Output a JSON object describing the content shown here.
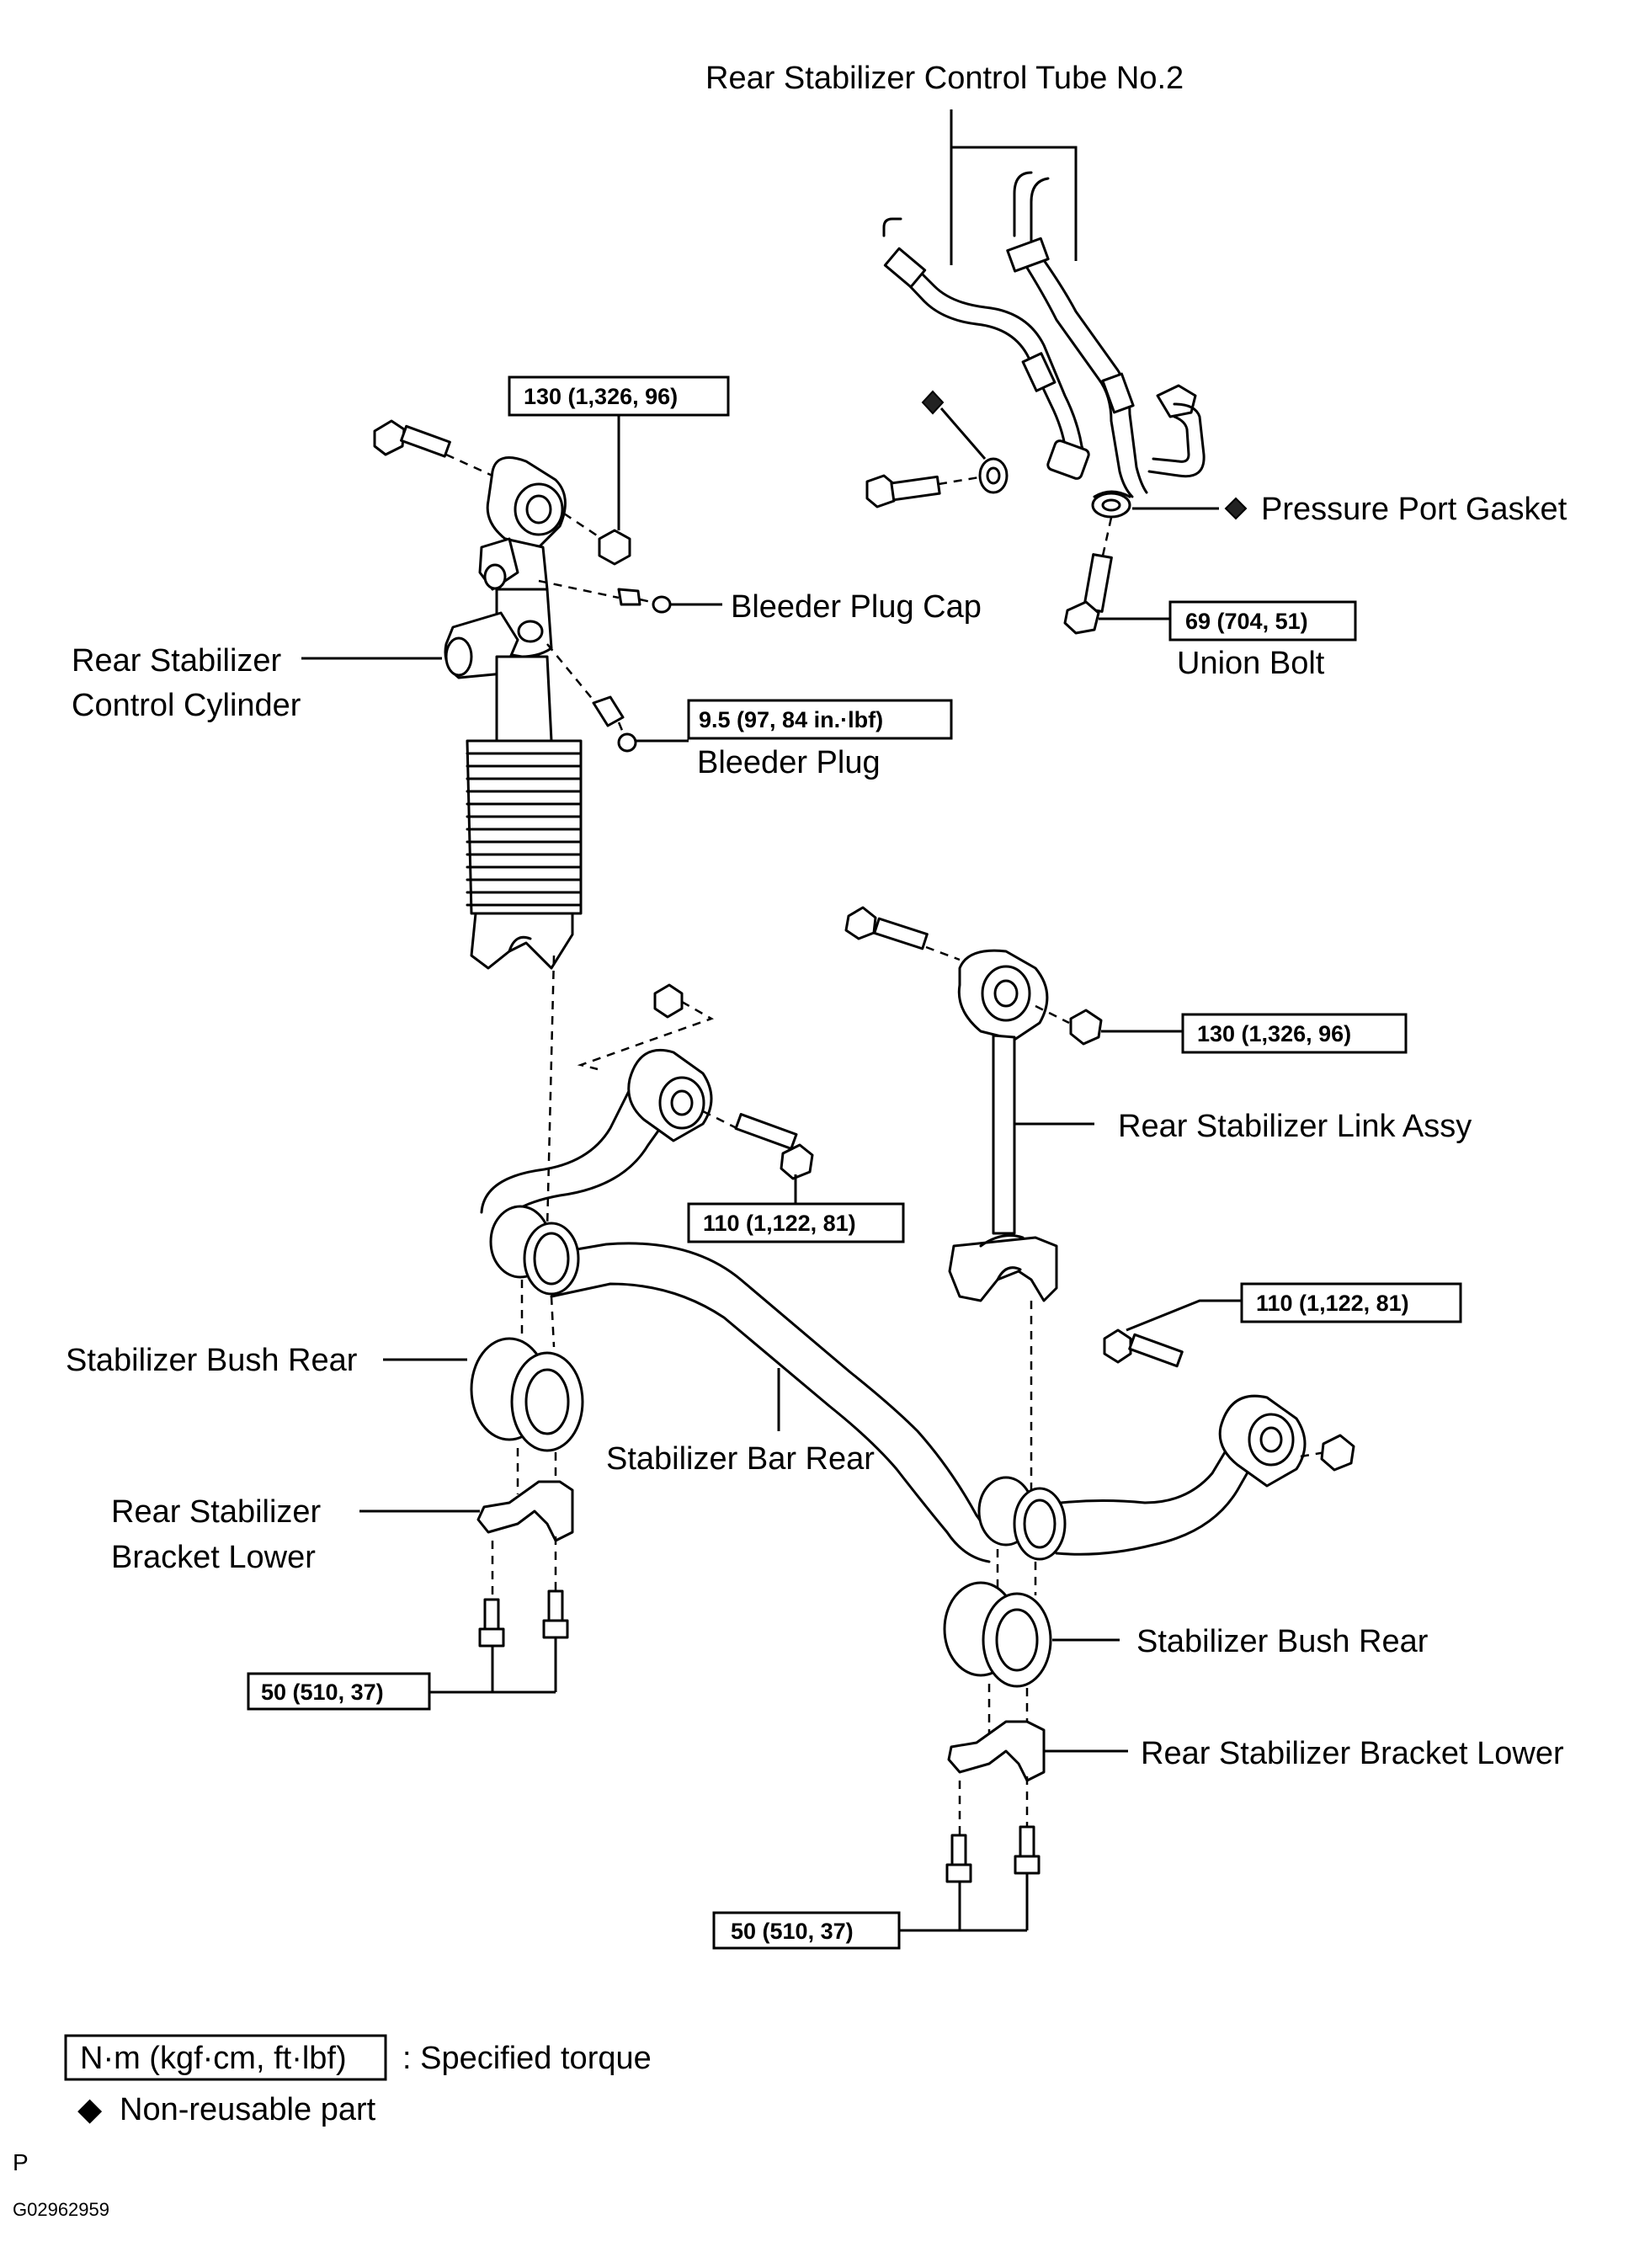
{
  "labels": {
    "control_tube": "Rear Stabilizer Control Tube No.2",
    "pressure_gasket": "Pressure Port Gasket",
    "bleeder_cap": "Bleeder Plug Cap",
    "union_bolt": "Union Bolt",
    "cylinder_line1": "Rear Stabilizer",
    "cylinder_line2": "Control Cylinder",
    "bleeder_plug": "Bleeder Plug",
    "link_assy": "Rear Stabilizer Link Assy",
    "bush_rear_left": "Stabilizer Bush Rear",
    "bar_rear": "Stabilizer Bar Rear",
    "bracket_left_line1": "Rear Stabilizer",
    "bracket_left_line2": "Bracket Lower",
    "bush_rear_right": "Stabilizer Bush Rear",
    "bracket_right": "Rear Stabilizer Bracket Lower"
  },
  "torques": {
    "cylinder_top": "130 (1,326, 96)",
    "union_bolt": "69 (704, 51)",
    "bleeder_plug": "9.5 (97, 84 in.·lbf)",
    "link_nut": "130 (1,326, 96)",
    "bar_bolt_left": "110 (1,122, 81)",
    "bar_bolt_right": "110 (1,122, 81)",
    "bracket_left": "50 (510, 37)",
    "bracket_right": "50 (510, 37)"
  },
  "legend": {
    "torque_unit": "N·m (kgf·cm, ft·lbf)",
    "torque_desc": ": Specified torque",
    "nonreusable_symbol": "◆",
    "nonreusable_desc": "Non-reusable  part"
  },
  "footer": {
    "page_letter": "P",
    "figure_id": "G02962959"
  }
}
